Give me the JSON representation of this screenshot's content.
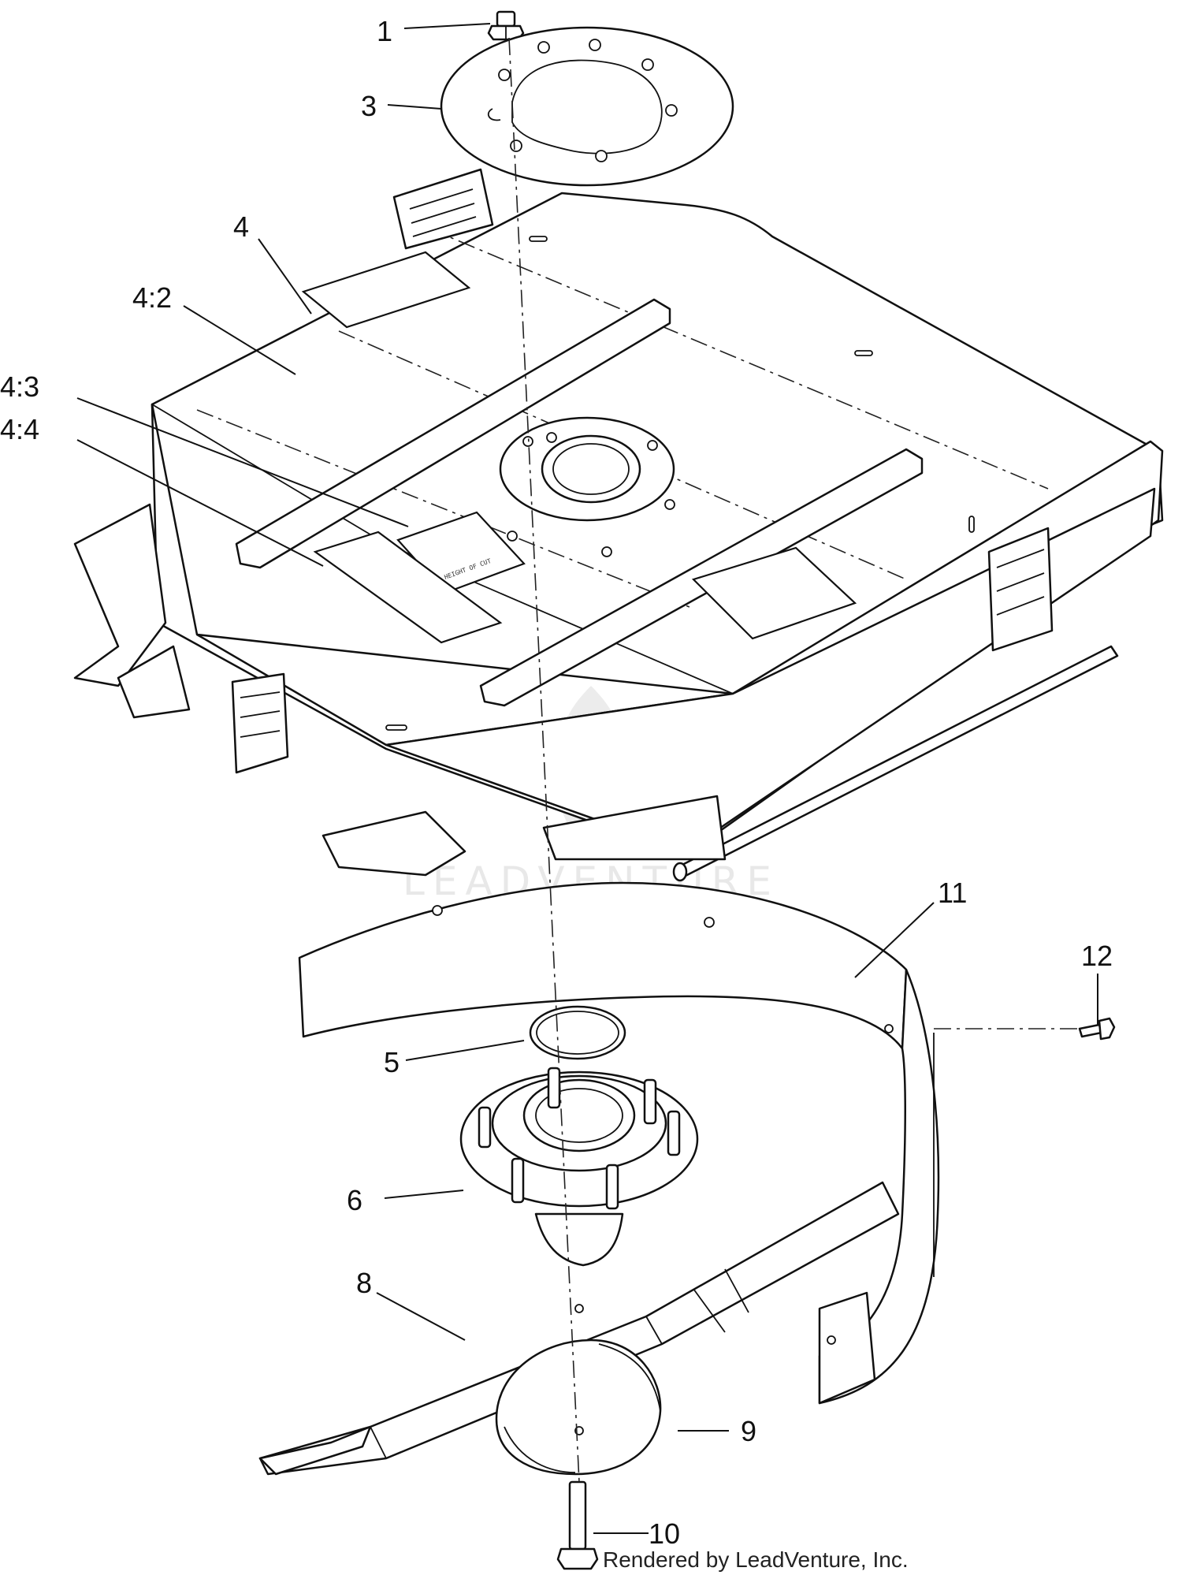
{
  "callouts": {
    "p1": "1",
    "p3": "3",
    "p4": "4",
    "p4_2": "4:2",
    "p4_3": "4:3",
    "p4_4": "4:4",
    "p5": "5",
    "p6": "6",
    "p8": "8",
    "p9": "9",
    "p10": "10",
    "p11": "11",
    "p12": "12"
  },
  "decal_text": "HEIGHT OF CUT",
  "watermark": "LEADVENTURE",
  "credit": "Rendered by LeadVenture, Inc."
}
